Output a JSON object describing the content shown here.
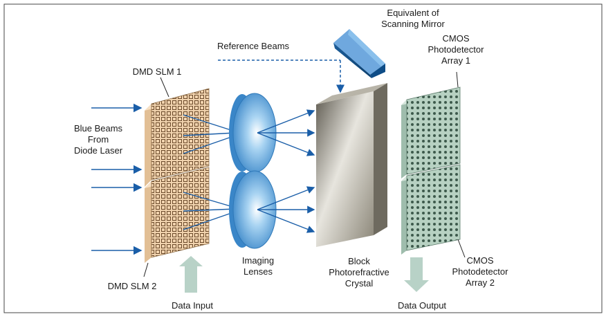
{
  "labels": {
    "reference_beams": "Reference Beams",
    "mirror": [
      "Equivalent of",
      "Scanning Mirror"
    ],
    "dmd_slm_1": "DMD SLM 1",
    "dmd_slm_2": "DMD SLM 2",
    "blue_beams": [
      "Blue Beams",
      "From",
      "Diode Laser"
    ],
    "imaging_lenses": [
      "Imaging",
      "Lenses"
    ],
    "crystal": [
      "Block",
      "Photorefractive",
      "Crystal"
    ],
    "cmos_1": [
      "CMOS",
      "Photodetector",
      "Array 1"
    ],
    "cmos_2": [
      "CMOS",
      "Photodetector",
      "Array 2"
    ],
    "data_input": "Data Input",
    "data_output": "Data Output"
  },
  "colors": {
    "beam": "#1a5ea8",
    "slm_fill": "#f1d3ae",
    "slm_grid": "#6b4a2b",
    "lens": "#5fa9de",
    "crystal": "#8a8577",
    "cmos_fill": "#b7d1c2",
    "cmos_dot": "#3d5a4c",
    "arrow": "#b8d2c7",
    "mirror": "#4c8fc9"
  }
}
